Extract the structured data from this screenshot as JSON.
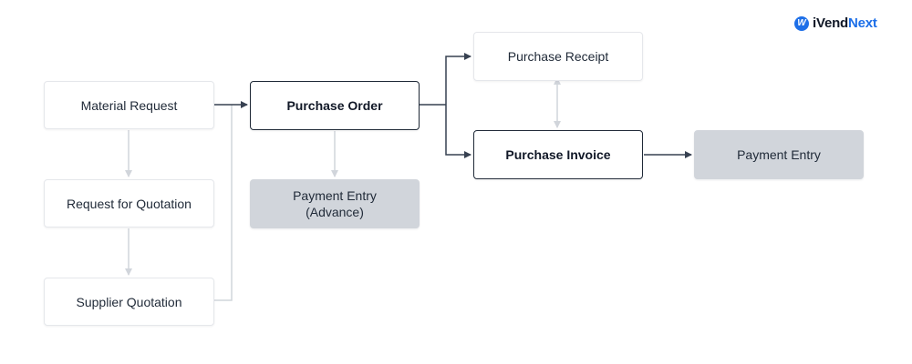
{
  "brand": {
    "logo_part1": "iVend",
    "logo_part2": "Next",
    "logo_icon": "ivend-logo-mark",
    "accent_color": "#1d6fe8"
  },
  "nodes": {
    "material_request": "Material Request",
    "request_for_quotation": "Request for Quotation",
    "supplier_quotation": "Supplier Quotation",
    "purchase_order": "Purchase Order",
    "payment_entry_advance": "Payment Entry\n(Advance)",
    "purchase_receipt": "Purchase Receipt",
    "purchase_invoice": "Purchase Invoice",
    "payment_entry": "Payment Entry"
  },
  "colors": {
    "primary_border": "#1f2937",
    "muted_fill": "#d1d5db",
    "connector_dark": "#374151",
    "connector_light": "#d1d5db"
  }
}
